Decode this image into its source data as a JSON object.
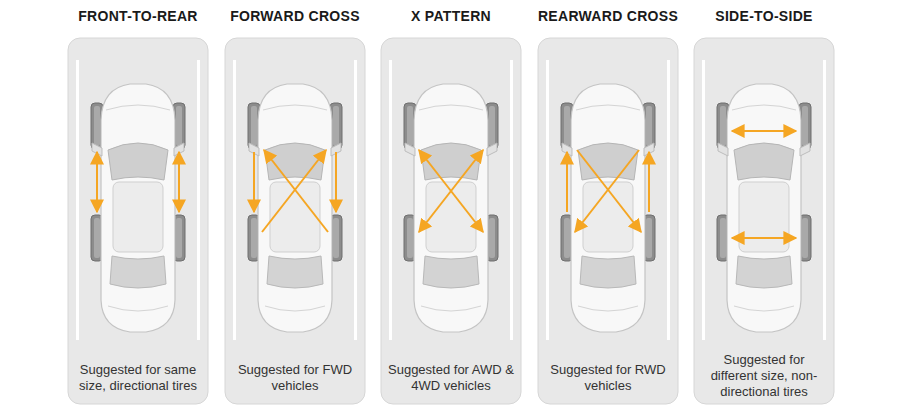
{
  "diagram": {
    "nodes": [
      {
        "text": [
          "FRONT-TO-REAR",
          "Suggested for same size, directional tires"
        ]
      },
      {
        "text": [
          "FORWARD CROSS",
          "Suggested for FWD vehicles"
        ]
      },
      {
        "text": [
          "X PATTERN",
          "Suggested for AWD & 4WD vehicles"
        ]
      },
      {
        "text": [
          "REARWARD CROSS",
          "Suggested for RWD vehicles"
        ]
      },
      {
        "text": [
          "SIDE-TO-SIDE",
          "Suggested for different size, non-directional tires"
        ]
      }
    ]
  }
}
